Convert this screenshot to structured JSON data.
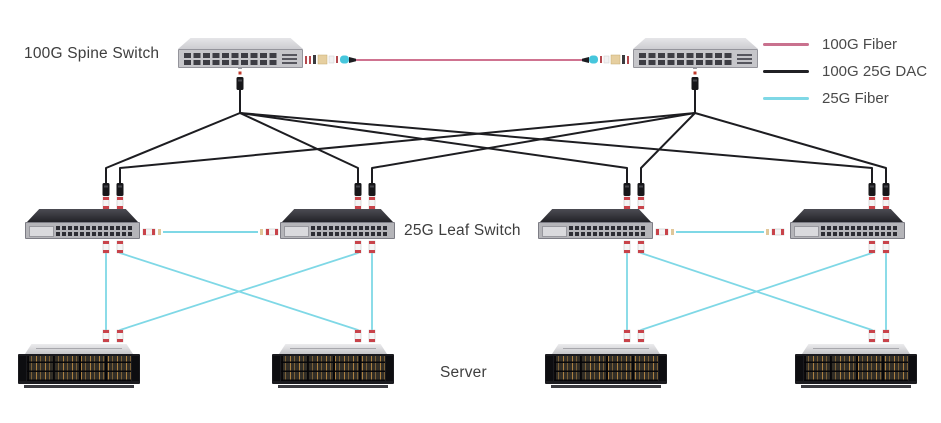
{
  "labels": {
    "spine_switch": "100G Spine Switch",
    "leaf_switch": "25G Leaf Switch",
    "server": "Server"
  },
  "legend": {
    "items": [
      {
        "label": "100G Fiber",
        "color": "#c9718e"
      },
      {
        "label": "100G 25G DAC",
        "color": "#202024"
      },
      {
        "label": "25G Fiber",
        "color": "#7fd8e6"
      }
    ]
  },
  "topology": {
    "spine_switches": {
      "count": 2,
      "label": "100G Spine Switch"
    },
    "leaf_switches": {
      "count": 4,
      "label": "25G Leaf Switch"
    },
    "servers": {
      "count": 4,
      "label": "Server"
    },
    "connections": {
      "spine_to_spine": "100G Fiber",
      "spine_to_leaf": "100G 25G DAC",
      "leaf_to_leaf": "25G Fiber",
      "leaf_to_server": "25G Fiber"
    }
  }
}
